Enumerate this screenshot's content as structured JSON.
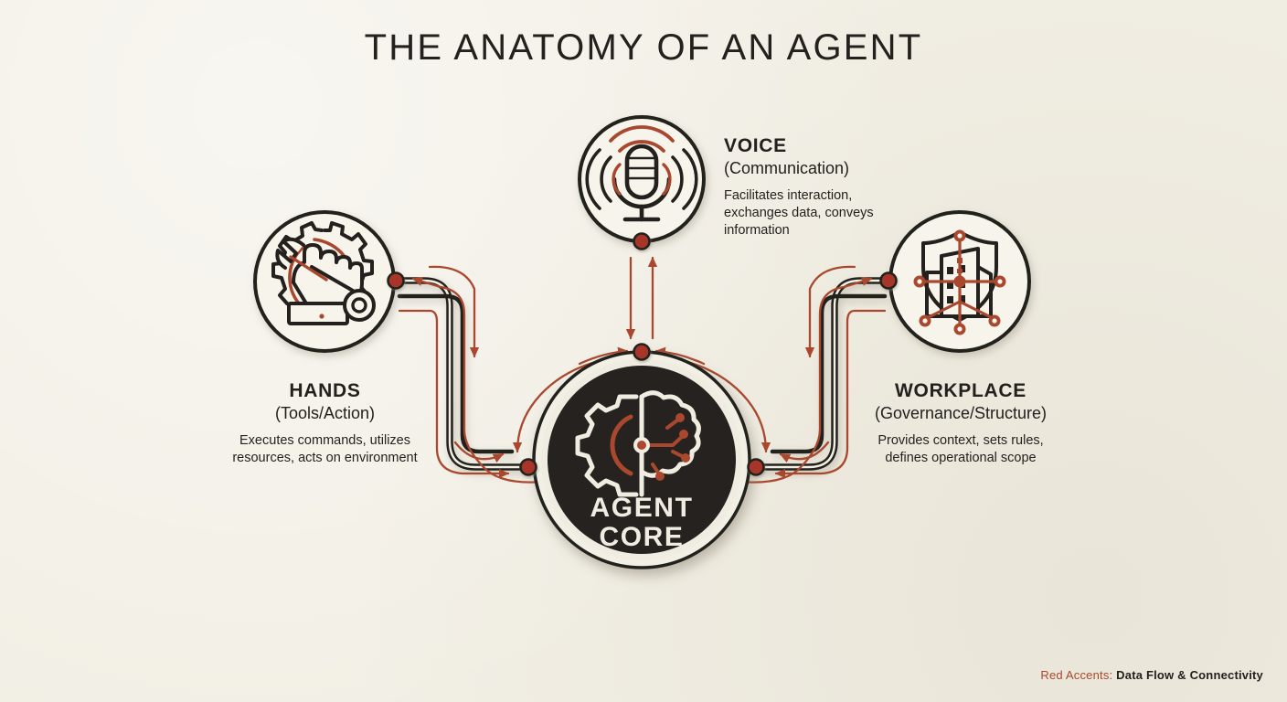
{
  "page": {
    "title": "THE ANATOMY OF AN AGENT",
    "background_color": "#f2efe5",
    "ink_color": "#23201e",
    "accent_color": "#a9482f"
  },
  "core": {
    "name": "Agent Core",
    "line1": "AGENT",
    "line2": "CORE",
    "icon": "gear-brain-icon",
    "fill_color": "#26221f",
    "ring_color": "#f0ece1"
  },
  "nodes": [
    {
      "id": "voice",
      "title": "VOICE",
      "subtitle": "(Communication)",
      "description": "Facilitates interaction, exchanges data, conveys information",
      "icon": "microphone-icon"
    },
    {
      "id": "hands",
      "title": "HANDS",
      "subtitle": "(Tools/Action)",
      "description": "Executes commands, utilizes resources, acts on environment",
      "icon": "hand-wrench-gear-icon"
    },
    {
      "id": "workplace",
      "title": "WORKPLACE",
      "subtitle": "(Governance/Structure)",
      "description": "Provides context, sets rules, defines operational scope",
      "icon": "shield-building-network-icon"
    }
  ],
  "legend": {
    "key": "Red Accents:",
    "value": "Data Flow & Connectivity"
  }
}
